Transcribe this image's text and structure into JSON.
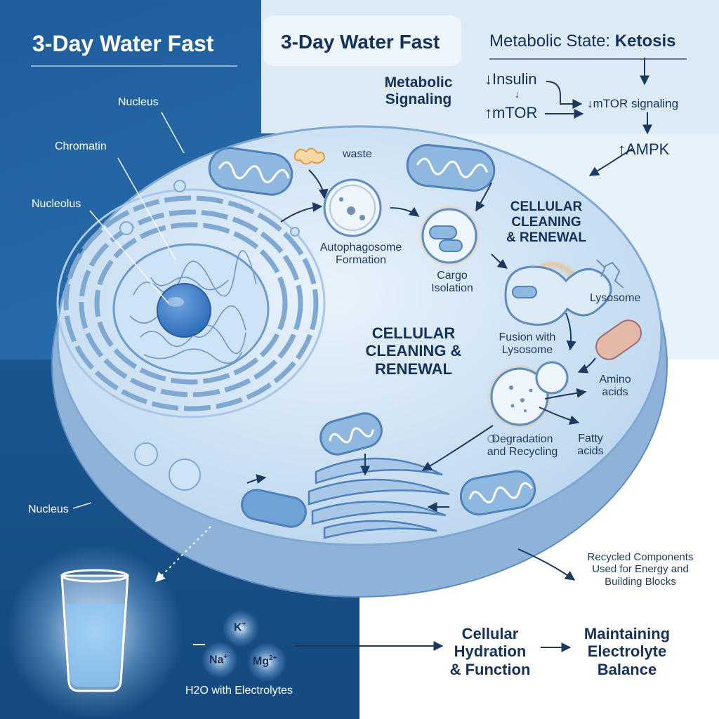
{
  "header": {
    "title_left": "3-Day Water Fast",
    "title_center": "3-Day Water Fast",
    "metabolic_state_prefix": "Metabolic State:",
    "metabolic_state_value": "Ketosis"
  },
  "signaling": {
    "title_line1": "Metabolic",
    "title_line2": "Signaling",
    "insulin": "Insulin",
    "mtor": "mTOR",
    "mtor_signaling": "mTOR signaling",
    "ampk": "AMPK"
  },
  "cell_labels": {
    "nucleus_top": "Nucleus",
    "chromatin": "Chromatin",
    "nucleolus": "Nucleolus",
    "nucleus_bottom": "Nucleus",
    "waste": "waste",
    "autophagosome_line1": "Autophagosome",
    "autophagosome_line2": "Formation",
    "cargo_line1": "Cargo",
    "cargo_line2": "Isolation",
    "lysosome": "Lysosome",
    "fusion_line1": "Fusion with",
    "fusion_line2": "Lysosome",
    "degradation_line1": "Degradation",
    "degradation_line2": "and Recycling",
    "amino_line1": "Amino",
    "amino_line2": "acids",
    "fatty_line1": "Fatty",
    "fatty_line2": "acids",
    "cleaning_right_1": "CELLULAR",
    "cleaning_right_2": "CLEANING",
    "cleaning_right_3": "& RENEWAL",
    "cleaning_center_1": "CELLULAR",
    "cleaning_center_2": "CLEANING &",
    "cleaning_center_3": "RENEWAL",
    "recycled_line1": "Recycled Components",
    "recycled_line2": "Used for Energy and",
    "recycled_line3": "Building Blocks"
  },
  "hydration": {
    "water_label": "H2O with Electrolytes",
    "k": "K",
    "k_sup": "+",
    "na": "Na",
    "na_sup": "+",
    "mg": "Mg",
    "mg_sup": "2+",
    "cellular_hydration_line1": "Cellular",
    "cellular_hydration_line2": "Hydration",
    "cellular_hydration_line3": "& Function",
    "electrolyte_line1": "Maintaining",
    "electrolyte_line2": "Electrolyte",
    "electrolyte_line3": "Balance"
  },
  "colors": {
    "navy": "#14315a",
    "panel_blue": "#1f5d9c",
    "cell_fill": "#d6e8f7",
    "cell_edge": "#7fa9d3",
    "organelle": "#8fb8e0",
    "glow": "#f2b36b"
  },
  "icons": [
    "water-glass-icon",
    "mitochondrion-icon",
    "lysosome-icon",
    "autophagosome-icon",
    "waste-icon"
  ]
}
